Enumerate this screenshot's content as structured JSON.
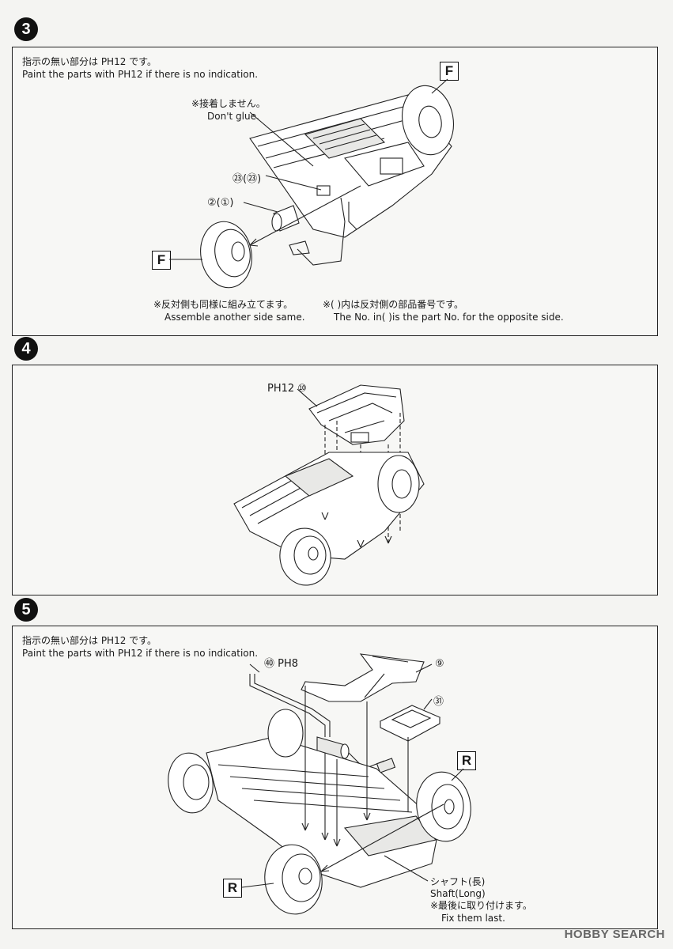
{
  "step3": {
    "number": "3",
    "note_ja": "指示の無い部分は PH12 です。",
    "note_en": "Paint the parts with PH12 if there is no indication.",
    "noglue_ja": "※接着しません。",
    "noglue_en": "Don't glue.",
    "part_23": "㉓(㉓)",
    "part_2": "②(①)",
    "box_f_top": "F",
    "box_f_left": "F",
    "footer_left_ja": "※反対側も同様に組み立てます。",
    "footer_left_en": "Assemble another side same.",
    "footer_right_ja": "※(  )内は反対側の部品番号です。",
    "footer_right_en": "The No. in(  )is the part No. for the opposite side."
  },
  "step4": {
    "number": "4",
    "part_label": "PH12 ⑩"
  },
  "step5": {
    "number": "5",
    "note_ja": "指示の無い部分は PH12 です。",
    "note_en": "Paint the parts with PH12 if there is no indication.",
    "part_40": "㊵ PH8",
    "part_9": "⑨",
    "part_31": "㉛",
    "box_r_right": "R",
    "box_r_left": "R",
    "shaft_ja": "シャフト(長)",
    "shaft_en": "Shaft(Long)",
    "last_ja": "※最後に取り付けます。",
    "last_en": "Fix them last."
  },
  "watermark": "HOBBY SEARCH"
}
